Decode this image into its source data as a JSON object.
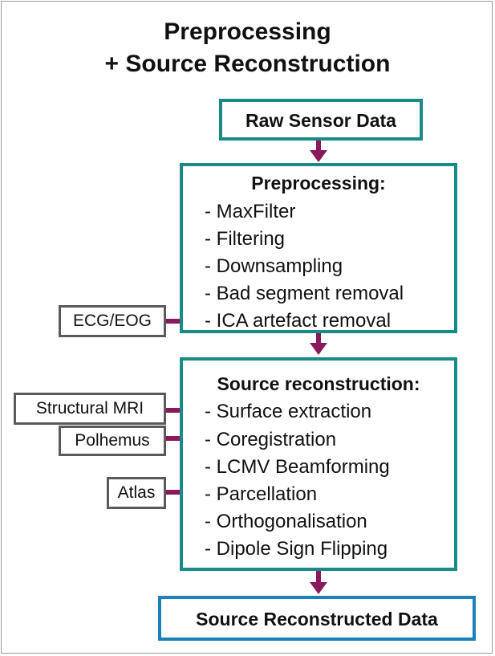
{
  "title": {
    "line1": "Preprocessing",
    "line2": "+ Source Reconstruction"
  },
  "colors": {
    "teal": "#1a8a86",
    "blue": "#1d7fb8",
    "arrow": "#8b1a5c",
    "grey": "#5a5a5a"
  },
  "raw": "Raw Sensor Data",
  "preprocessing": {
    "heading": "Preprocessing:",
    "items": [
      "- MaxFilter",
      "- Filtering",
      "- Downsampling",
      "- Bad segment removal",
      "- ICA artefact removal"
    ]
  },
  "source": {
    "heading": "Source reconstruction:",
    "items": [
      "- Surface extraction",
      "- Coregistration",
      "- LCMV Beamforming",
      "- Parcellation",
      "- Orthogonalisation",
      "- Dipole Sign Flipping"
    ]
  },
  "inputs": {
    "ecg": "ECG/EOG",
    "mri": "Structural MRI",
    "polhemus": "Polhemus",
    "atlas": "Atlas"
  },
  "output": "Source Reconstructed Data"
}
